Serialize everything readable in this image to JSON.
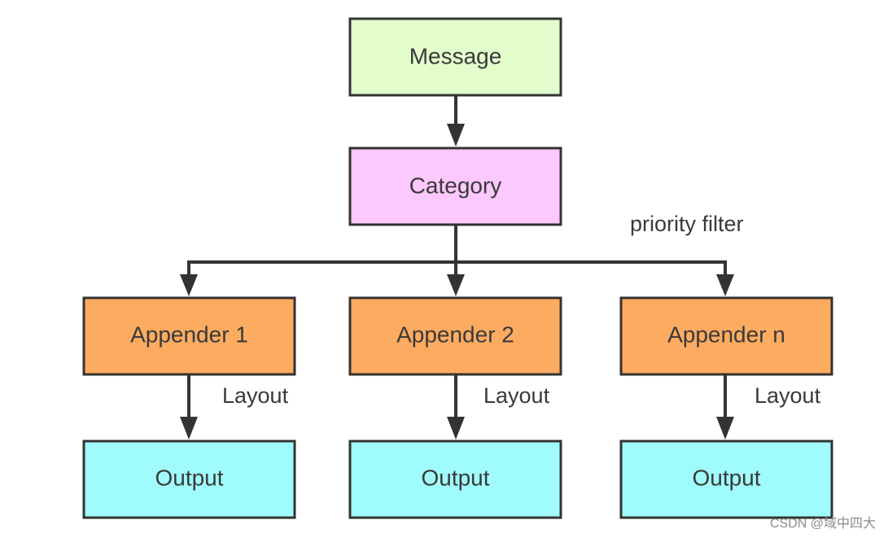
{
  "diagram": {
    "nodes": {
      "message": {
        "label": "Message",
        "color": "#e2fccc"
      },
      "category": {
        "label": "Category",
        "color": "#fdc8fd"
      },
      "appender_1": {
        "label": "Appender 1",
        "color": "#fdab60"
      },
      "appender_2": {
        "label": "Appender 2",
        "color": "#fdab60"
      },
      "appender_n": {
        "label": "Appender n",
        "color": "#fdab60"
      },
      "output_1": {
        "label": "Output",
        "color": "#a0fcfc"
      },
      "output_2": {
        "label": "Output",
        "color": "#a0fcfc"
      },
      "output_3": {
        "label": "Output",
        "color": "#a0fcfc"
      }
    },
    "annotations": {
      "priority_filter": "priority filter",
      "layout_1": "Layout",
      "layout_2": "Layout",
      "layout_3": "Layout"
    },
    "line_color": "#333333"
  },
  "watermark": "CSDN @域中四大"
}
